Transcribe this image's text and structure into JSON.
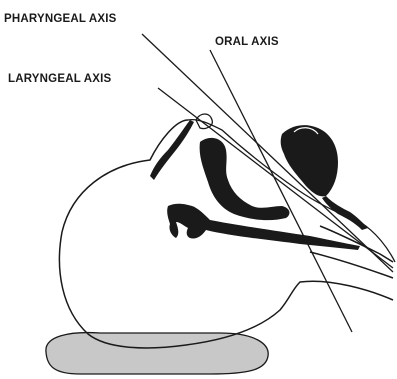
{
  "labels": {
    "pharyngeal": "PHARYNGEAL AXIS",
    "oral": "ORAL AXIS",
    "laryngeal": "LARYNGEAL AXIS"
  },
  "colors": {
    "ink": "#1a1a1a",
    "pillow": "#c8c8c8",
    "background": "#ffffff"
  }
}
